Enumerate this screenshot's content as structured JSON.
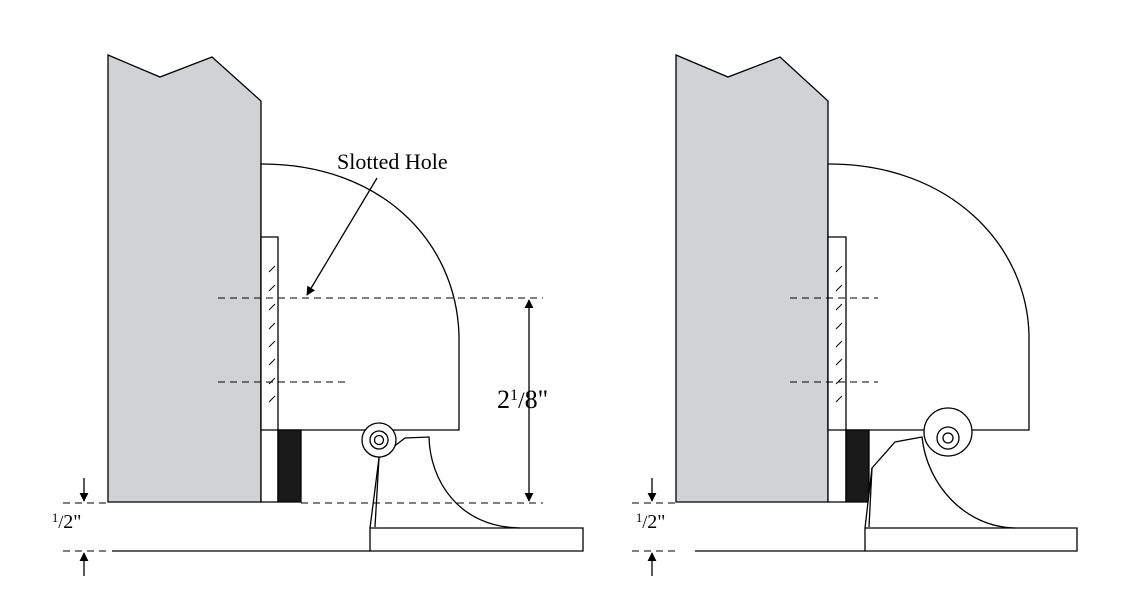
{
  "labels": {
    "slotted_hole": "Slotted Hole",
    "dim_height": {
      "whole": "2",
      "num": "1",
      "den": "8\""
    },
    "dim_gap_left": {
      "num": "1",
      "den": "2\""
    },
    "dim_gap_right": {
      "num": "1",
      "den": "2\""
    }
  },
  "colors": {
    "wall": "#d1d2d4",
    "stroke": "#000000",
    "pad": "#1a1a1a",
    "background": "#ffffff"
  }
}
